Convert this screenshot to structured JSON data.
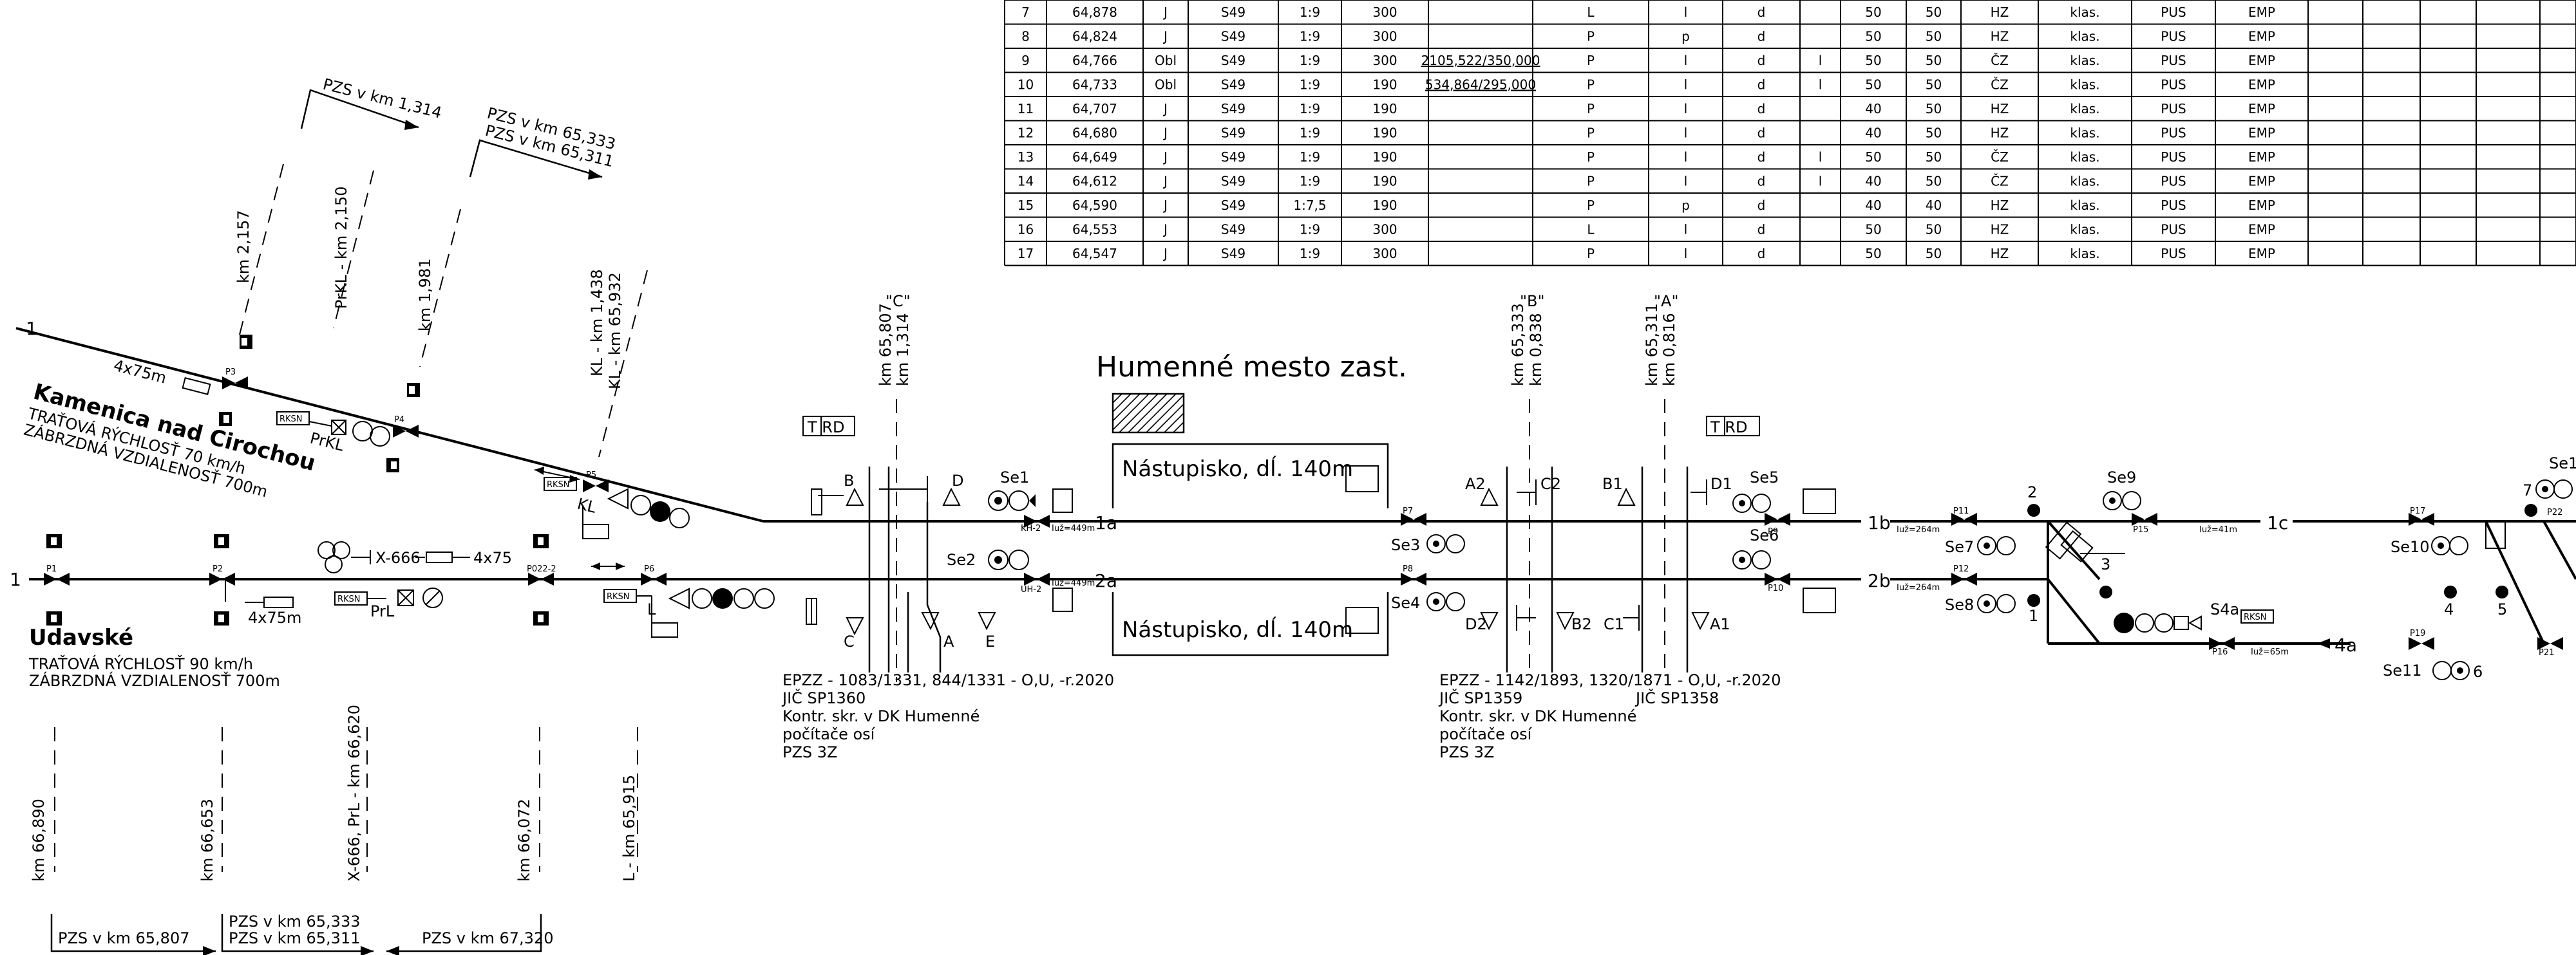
{
  "table": {
    "rows": [
      [
        "7",
        "64,878",
        "J",
        "S49",
        "1:9",
        "300",
        "",
        "L",
        "l",
        "d",
        "",
        "50",
        "50",
        "HZ",
        "klas.",
        "PUS",
        "EMP"
      ],
      [
        "8",
        "64,824",
        "J",
        "S49",
        "1:9",
        "300",
        "",
        "P",
        "p",
        "d",
        "",
        "50",
        "50",
        "HZ",
        "klas.",
        "PUS",
        "EMP"
      ],
      [
        "9",
        "64,766",
        "Obl",
        "S49",
        "1:9",
        "300",
        "2105,522/350,000",
        "P",
        "l",
        "d",
        "l",
        "50",
        "50",
        "ČZ",
        "klas.",
        "PUS",
        "EMP"
      ],
      [
        "10",
        "64,733",
        "Obl",
        "S49",
        "1:9",
        "190",
        "534,864/295,000",
        "P",
        "l",
        "d",
        "l",
        "50",
        "50",
        "ČZ",
        "klas.",
        "PUS",
        "EMP"
      ],
      [
        "11",
        "64,707",
        "J",
        "S49",
        "1:9",
        "190",
        "",
        "P",
        "l",
        "d",
        "",
        "40",
        "50",
        "HZ",
        "klas.",
        "PUS",
        "EMP"
      ],
      [
        "12",
        "64,680",
        "J",
        "S49",
        "1:9",
        "190",
        "",
        "P",
        "l",
        "d",
        "",
        "40",
        "50",
        "HZ",
        "klas.",
        "PUS",
        "EMP"
      ],
      [
        "13",
        "64,649",
        "J",
        "S49",
        "1:9",
        "190",
        "",
        "P",
        "l",
        "d",
        "l",
        "50",
        "50",
        "ČZ",
        "klas.",
        "PUS",
        "EMP"
      ],
      [
        "14",
        "64,612",
        "J",
        "S49",
        "1:9",
        "190",
        "",
        "P",
        "l",
        "d",
        "l",
        "40",
        "50",
        "ČZ",
        "klas.",
        "PUS",
        "EMP"
      ],
      [
        "15",
        "64,590",
        "J",
        "S49",
        "1:7,5",
        "190",
        "",
        "P",
        "p",
        "d",
        "",
        "40",
        "40",
        "HZ",
        "klas.",
        "PUS",
        "EMP"
      ],
      [
        "16",
        "64,553",
        "J",
        "S49",
        "1:9",
        "300",
        "",
        "L",
        "l",
        "d",
        "",
        "50",
        "50",
        "HZ",
        "klas.",
        "PUS",
        "EMP"
      ],
      [
        "17",
        "64,547",
        "J",
        "S49",
        "1:9",
        "300",
        "",
        "P",
        "l",
        "d",
        "",
        "50",
        "50",
        "HZ",
        "klas.",
        "PUS",
        "EMP"
      ]
    ]
  },
  "stations": {
    "kamenica": {
      "name": "Kamenica nad Cirochou",
      "speed": "TRAŤOVÁ RÝCHLOSŤ 70 km/h",
      "distance": "ZÁBRZDNÁ VZDIALENOSŤ 700m"
    },
    "udavske": {
      "name": "Udavské",
      "speed": "TRAŤOVÁ RÝCHLOSŤ 90 km/h",
      "distance": "ZÁBRZDNÁ VZDIALENOSŤ 700m"
    },
    "humenne": {
      "name": "Humenné mesto zast.",
      "platform_upper": "Nástupisko, dĺ. 140m",
      "platform_lower": "Nástupisko, dĺ. 140m"
    }
  },
  "crossings": {
    "pzs_1314": "PZS v km 1,314",
    "pzs_65333": "PZS v km 65,333",
    "pzs_65311": "PZS v km 65,311",
    "bottom_65807": "PZS v km 65,807",
    "bottom_65333": "PZS v km 65,333",
    "bottom_65311": "PZS v km 65,311",
    "bottom_67320": "PZS v km 67,320"
  },
  "km_upper": {
    "km2157": "km 2,157",
    "prkl2150": "PrKL - km 2,150",
    "km1981": "km 1,981",
    "kl1438": "KL - km 1,438",
    "kl65932": "KL - km 65,932"
  },
  "km_lower": {
    "km66890": "km 66,890",
    "km66653": "km 66,653",
    "x666": "X-666, PrL - km 66,620",
    "km66072": "km 66,072",
    "l65915": "L - km 65,915"
  },
  "km_c": {
    "tag": "\"C\"",
    "a": "km 65,807",
    "b": "km 1,314"
  },
  "km_b": {
    "tag": "\"B\"",
    "a": "km 65,333",
    "b": "km 0,838"
  },
  "km_a": {
    "tag": "\"A\"",
    "a": "km 65,311",
    "b": "km 0,816"
  },
  "tracks": {
    "t1": "1",
    "t1_left": "1",
    "t1a": "1a",
    "t2a": "2a",
    "t1b": "1b",
    "t2b": "2b",
    "t1c": "1c",
    "t4a": "4a",
    "t3": "3"
  },
  "signals": {
    "se1": "Se1",
    "se2": "Se2",
    "se3": "Se3",
    "se4": "Se4",
    "se5": "Se5",
    "se6": "Se6",
    "se7": "Se7",
    "se8": "Se8",
    "se9": "Se9",
    "se10": "Se10",
    "se11": "Se11",
    "s4a": "S4a",
    "se1_right": "Se1",
    "kh2": "KH-2",
    "uh2": "UH-2"
  },
  "points": {
    "p1": "P1",
    "p2": "P2",
    "p3": "P3",
    "p4": "P4",
    "p5": "P5",
    "p6": "P6",
    "p7": "P7",
    "p8": "P8",
    "p9": "P9",
    "p10": "P10",
    "p11": "P11",
    "p12": "P12",
    "p15": "P15",
    "p16": "P16",
    "p17": "P17",
    "p19": "P19",
    "p21": "P21",
    "p22": "P22",
    "p0222": "P022-2"
  },
  "misc": {
    "kl": "KL",
    "prkl": "PrKL",
    "prl": "PrL",
    "l": "L",
    "rksn": "RKSN",
    "x666": "X-666",
    "c4x75": "4x75",
    "c4x75m": "4x75m",
    "trd": "T RD",
    "l449": "Iuž=449m",
    "l264": "Iuž=264m",
    "l41": "Iuž=41m",
    "l65": "Iuž=65m",
    "n1": "1",
    "n2": "2",
    "n4": "4",
    "n5": "5",
    "n6": "6",
    "n7": "7"
  },
  "xings": {
    "b": "B",
    "c": "C",
    "d": "D",
    "e": "E",
    "a": "A",
    "a2": "A2",
    "c2": "C2",
    "b1": "B1",
    "d1": "D1",
    "d2": "D2",
    "b2": "B2",
    "c1": "C1",
    "a1": "A1"
  },
  "notes_left": {
    "l1": "EPZZ - 1083/1331, 844/1331 - O,U, -r.2020",
    "l2": "JIČ SP1360",
    "l3": "Kontr. skr. v DK Humenné",
    "l4": "počítače osí",
    "l5": "PZS 3Z"
  },
  "notes_right": {
    "l1": "EPZZ - 1142/1893, 1320/1871 - O,U, -r.2020",
    "l2": "JIČ SP1359",
    "l2b": "JIČ SP1358",
    "l3": "Kontr. skr. v DK Humenné",
    "l4": "počítače osí",
    "l5": "PZS 3Z"
  }
}
